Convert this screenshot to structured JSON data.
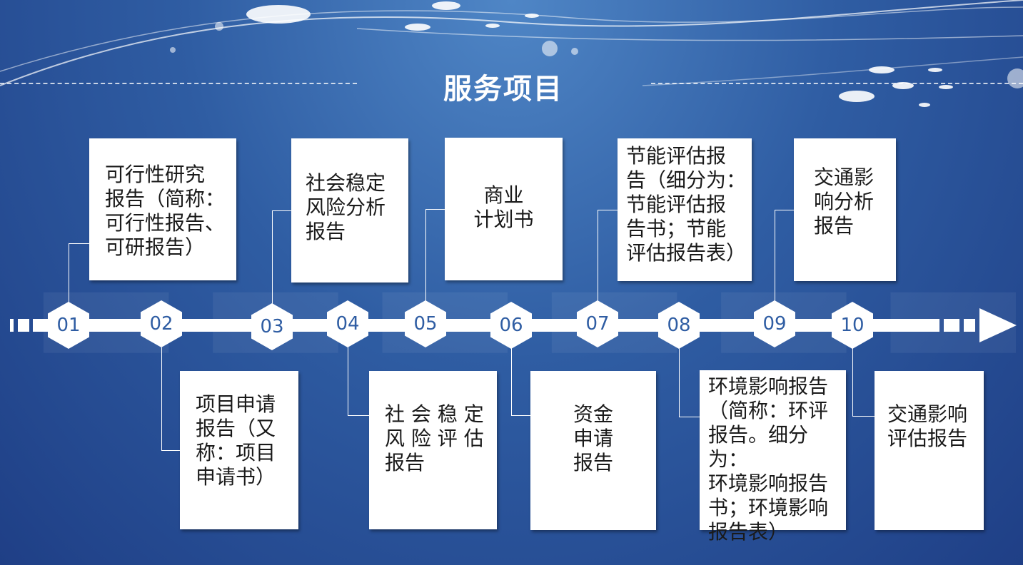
{
  "title": "服务项目",
  "colors": {
    "background": "#2f5da3",
    "card": "#ffffff",
    "number": "#2f5da3"
  },
  "steps": [
    {
      "number": "01",
      "text": "可行性研究\n报告（简称：\n可行性报告、\n可研报告）",
      "position": "top"
    },
    {
      "number": "02",
      "text": "项目申请\n报告（又\n称：项目\n申请书）",
      "position": "bottom"
    },
    {
      "number": "03",
      "text": "社会稳定\n风险分析\n报告",
      "position": "top"
    },
    {
      "number": "04",
      "text": "社 会 稳 定\n风 险 评 估\n报告",
      "position": "bottom"
    },
    {
      "number": "05",
      "text": "商业\n计划书",
      "position": "top"
    },
    {
      "number": "06",
      "text": "资金\n申请\n报告",
      "position": "bottom"
    },
    {
      "number": "07",
      "text": "节能评估报\n告（细分为：\n节能评估报\n告书；节能\n评估报告表）",
      "position": "top"
    },
    {
      "number": "08",
      "text": "环境影响报告\n（简称：环评\n报告。细分为：\n环境影响报告\n书；环境影响\n报告表）",
      "position": "bottom"
    },
    {
      "number": "09",
      "text": "交通影\n响分析\n报告",
      "position": "top"
    },
    {
      "number": "10",
      "text": "交通影响\n评估报告",
      "position": "bottom"
    }
  ]
}
